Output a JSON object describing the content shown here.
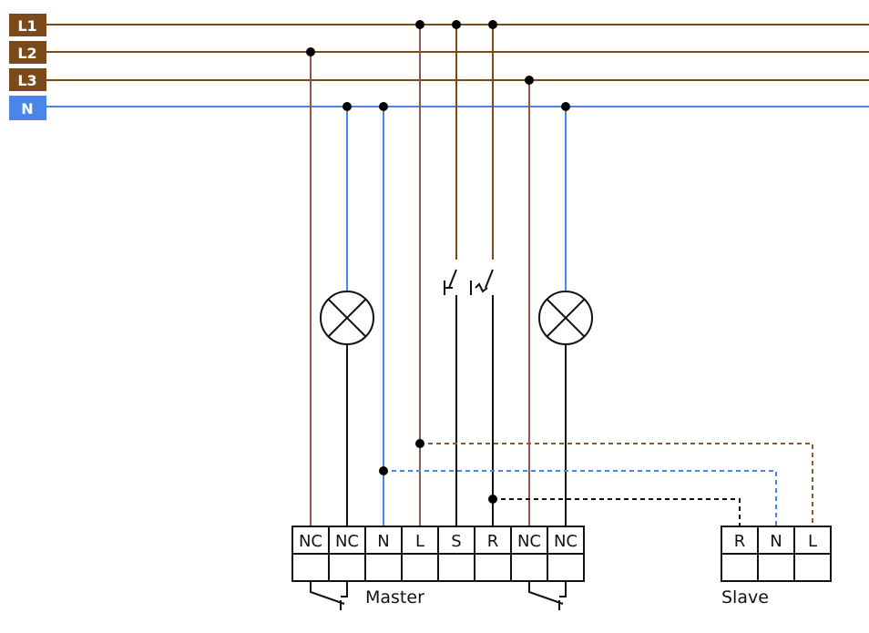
{
  "bus": {
    "phases": [
      {
        "label": "L1",
        "color": "#7a4a1b"
      },
      {
        "label": "L2",
        "color": "#7a4a1b"
      },
      {
        "label": "L3",
        "color": "#7a4a1b"
      },
      {
        "label": "N",
        "color": "#4a86e8"
      }
    ]
  },
  "colors": {
    "phase": "#7a4a1b",
    "neutral": "#4a86e8",
    "nc_wire": "#8b5a4a",
    "load_wire": "#111111",
    "dashed_phase": "#8b5a2b"
  },
  "master": {
    "caption": "Master",
    "terminals": [
      "NC",
      "NC",
      "N",
      "L",
      "S",
      "R",
      "NC",
      "NC"
    ]
  },
  "slave": {
    "caption": "Slave",
    "terminals": [
      "R",
      "N",
      "L"
    ]
  }
}
